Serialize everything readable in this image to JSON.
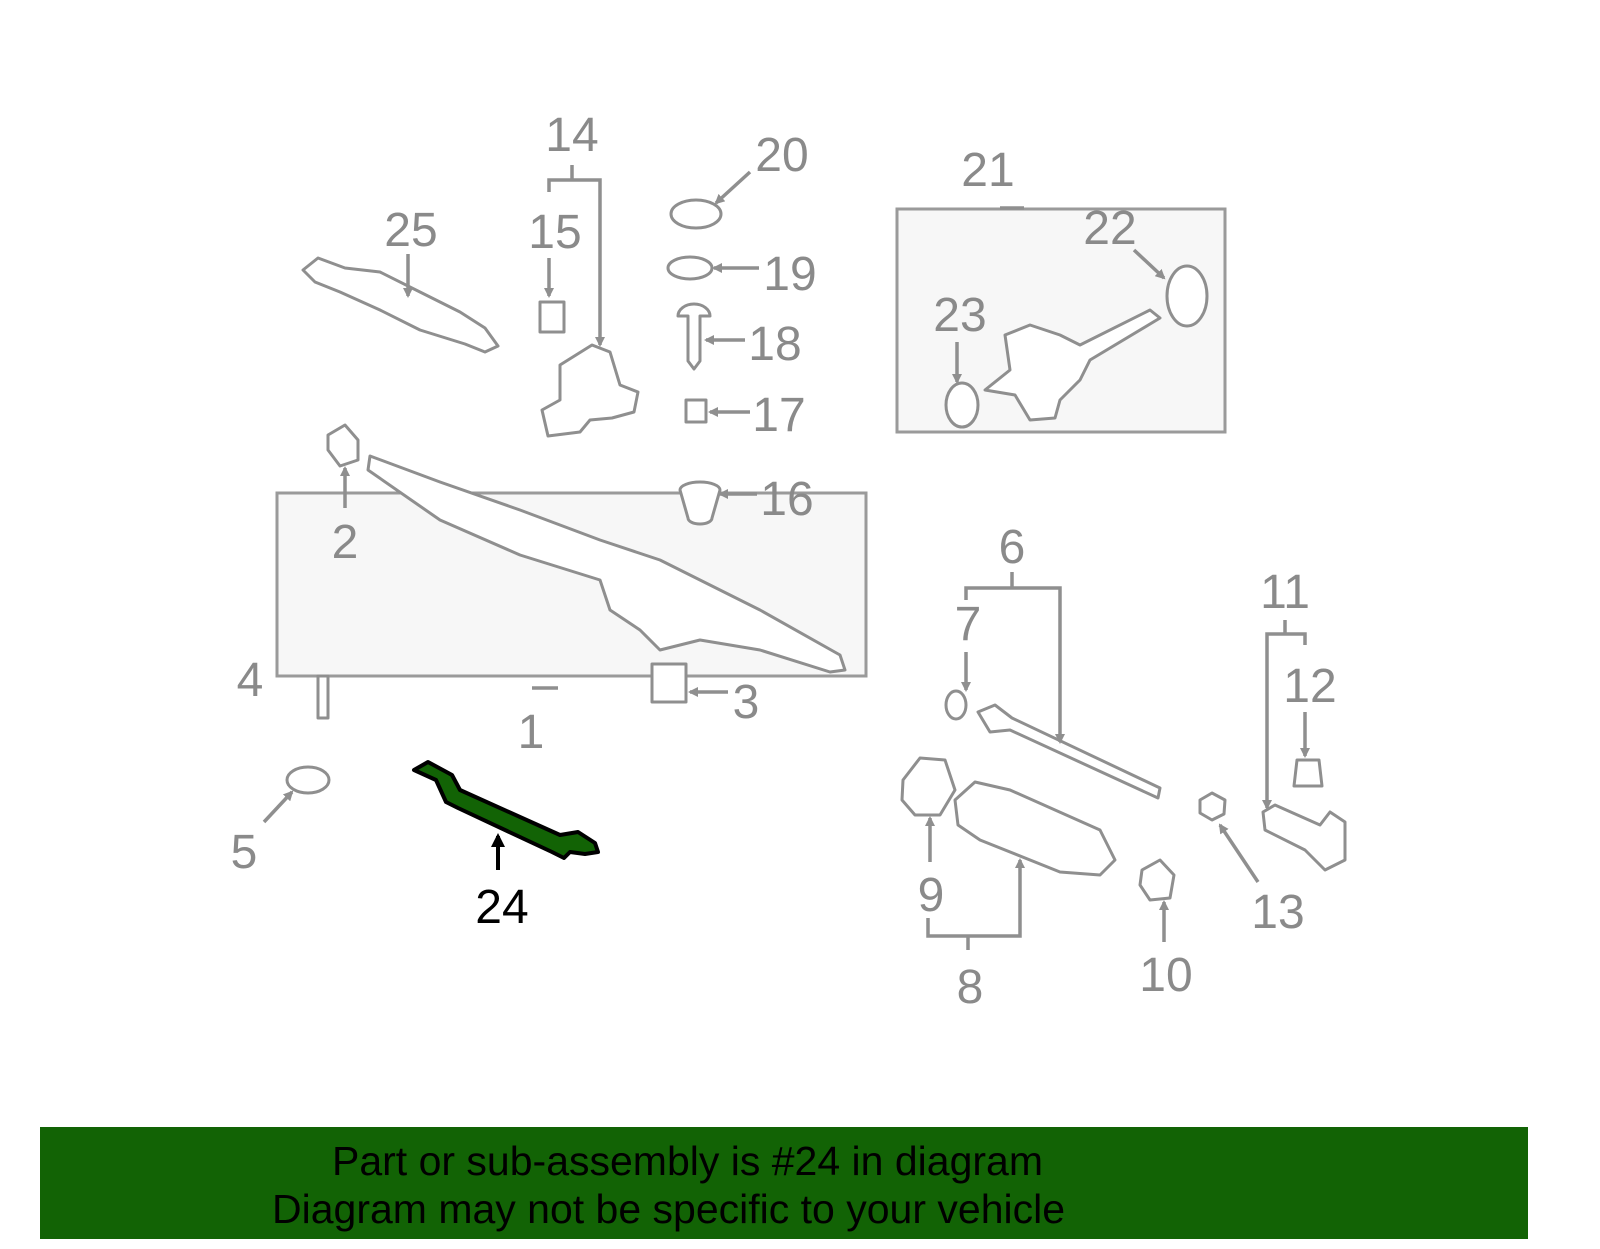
{
  "diagram": {
    "callouts": [
      "1",
      "2",
      "3",
      "4",
      "5",
      "6",
      "7",
      "8",
      "9",
      "10",
      "11",
      "12",
      "13",
      "14",
      "15",
      "16",
      "17",
      "18",
      "19",
      "20",
      "21",
      "22",
      "23",
      "24",
      "25"
    ],
    "highlighted_part": "24",
    "colors": {
      "highlight": "#126305",
      "line_art": "#8f8f8f",
      "box_fill": "#f7f7f7"
    }
  },
  "banner": {
    "line1": "Part or sub-assembly is #24 in diagram",
    "line2": "Diagram may not be specific to your vehicle",
    "color": "#126305"
  }
}
